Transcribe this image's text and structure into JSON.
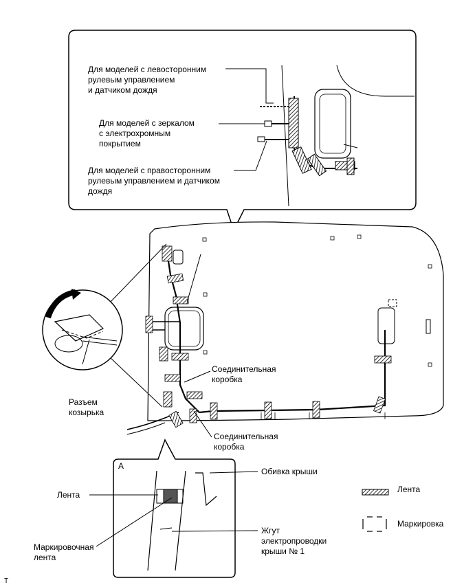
{
  "callout_top": {
    "label_lhd_rain": "Для моделей с левосторонним\nрулевым управлением\nи датчиком дождя",
    "label_ec_mirror": "Для моделей с зеркалом\nс электрохромным\nпокрытием",
    "label_rhd_rain": "Для моделей с правосторонним\nрулевым управлением и датчиком\nдождя"
  },
  "main": {
    "visor_connector": "Разъем\nкозырька",
    "junction_box_1": "Соединительная\nкоробка",
    "junction_box_2": "Соединительная\nкоробка"
  },
  "detail_a": {
    "title": "A",
    "tape": "Лента",
    "marking_tape": "Маркировочная\nлента",
    "roof_trim": "Обивка крыши",
    "harness": "Жгут\nэлектропроводки\nкрыши № 1"
  },
  "legend": {
    "tape": "Лента",
    "marking": "Маркировка"
  },
  "footer_code": "T"
}
